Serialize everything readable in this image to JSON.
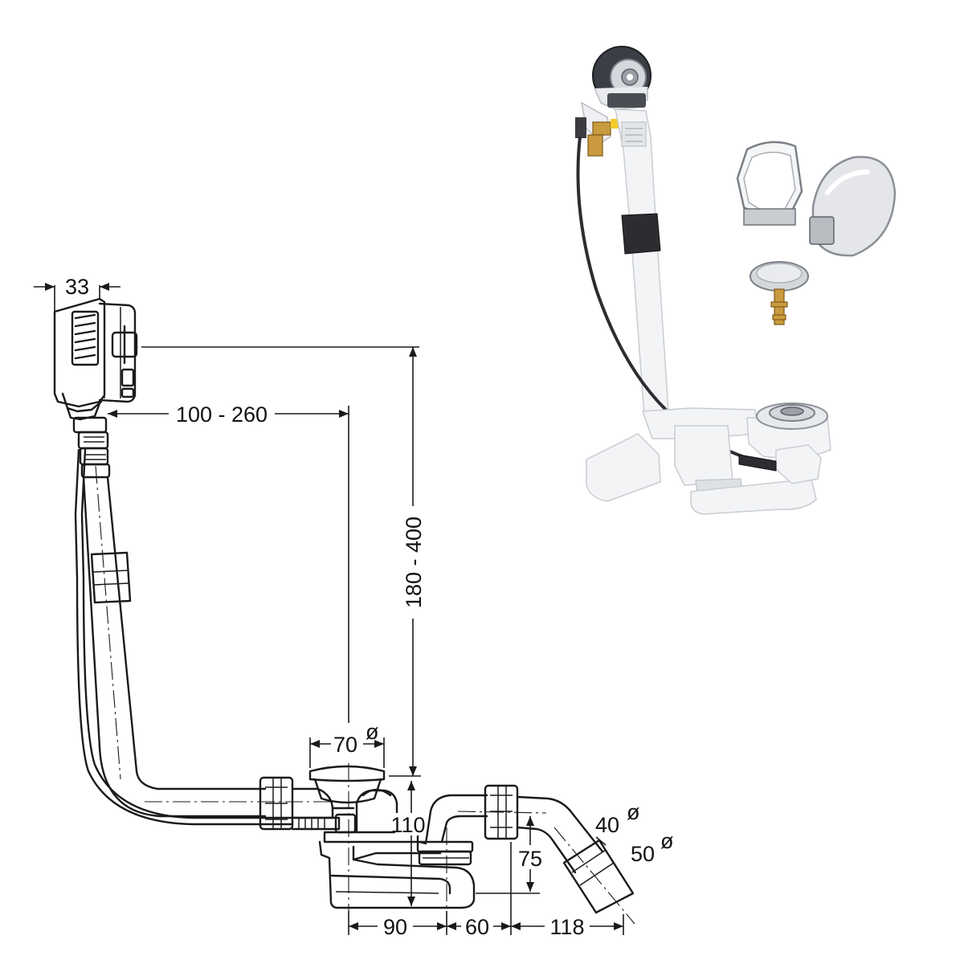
{
  "dimensions": {
    "overflow_width": "33",
    "horizontal_range": "100 - 260",
    "vertical_range": "180 - 400",
    "drain_diameter": "70",
    "trap_height": "110",
    "outlet_diameter_small": "40",
    "outlet_diameter_large": "50",
    "outlet_height": "75",
    "offset_90": "90",
    "offset_60": "60",
    "offset_118": "118",
    "diameter_symbol": "ø"
  }
}
